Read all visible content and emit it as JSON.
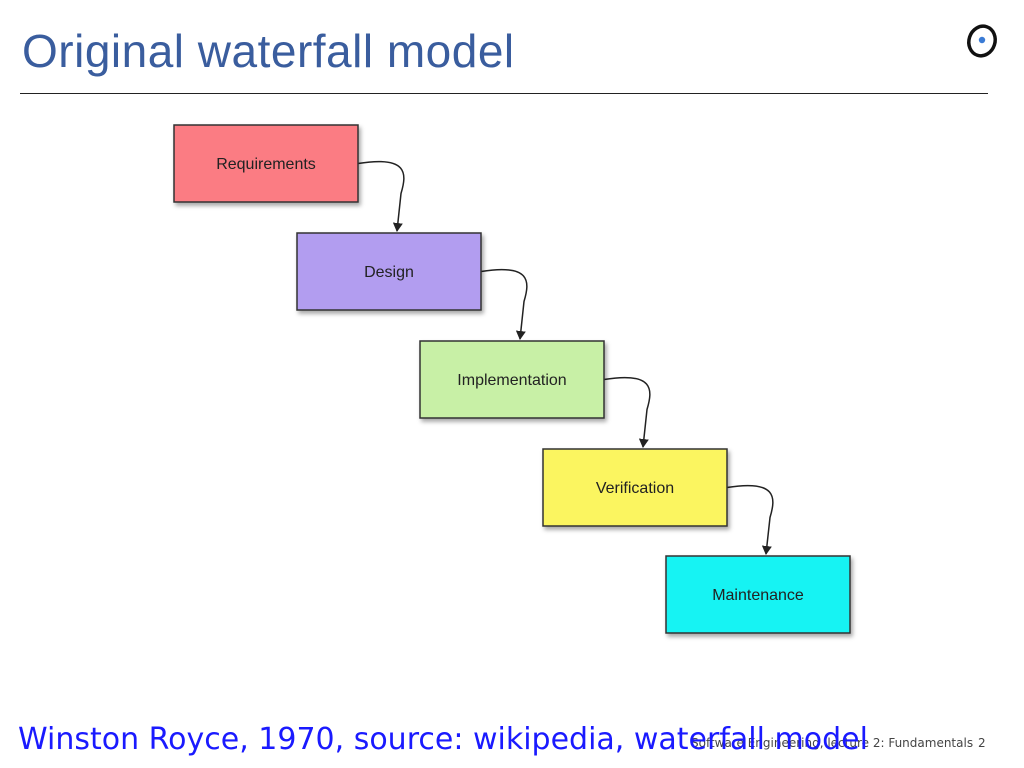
{
  "slide": {
    "title": "Original waterfall model",
    "logo_icon": "eiffel-logo-icon",
    "caption": "Winston Royce, 1970, source: wikipedia, waterfall model",
    "footer_text": "Software Engineering, lecture 2: Fundamentals",
    "page_number": "2"
  },
  "diagram": {
    "stages": [
      {
        "label": "Requirements",
        "color": "#fb7b83"
      },
      {
        "label": "Design",
        "color": "#b29df0"
      },
      {
        "label": "Implementation",
        "color": "#c8f0a6"
      },
      {
        "label": "Verification",
        "color": "#fbf560"
      },
      {
        "label": "Maintenance",
        "color": "#19f3f3"
      }
    ],
    "connector_color": "#222222"
  },
  "colors": {
    "title": "#3a5d9e",
    "caption": "#1a1aff"
  }
}
